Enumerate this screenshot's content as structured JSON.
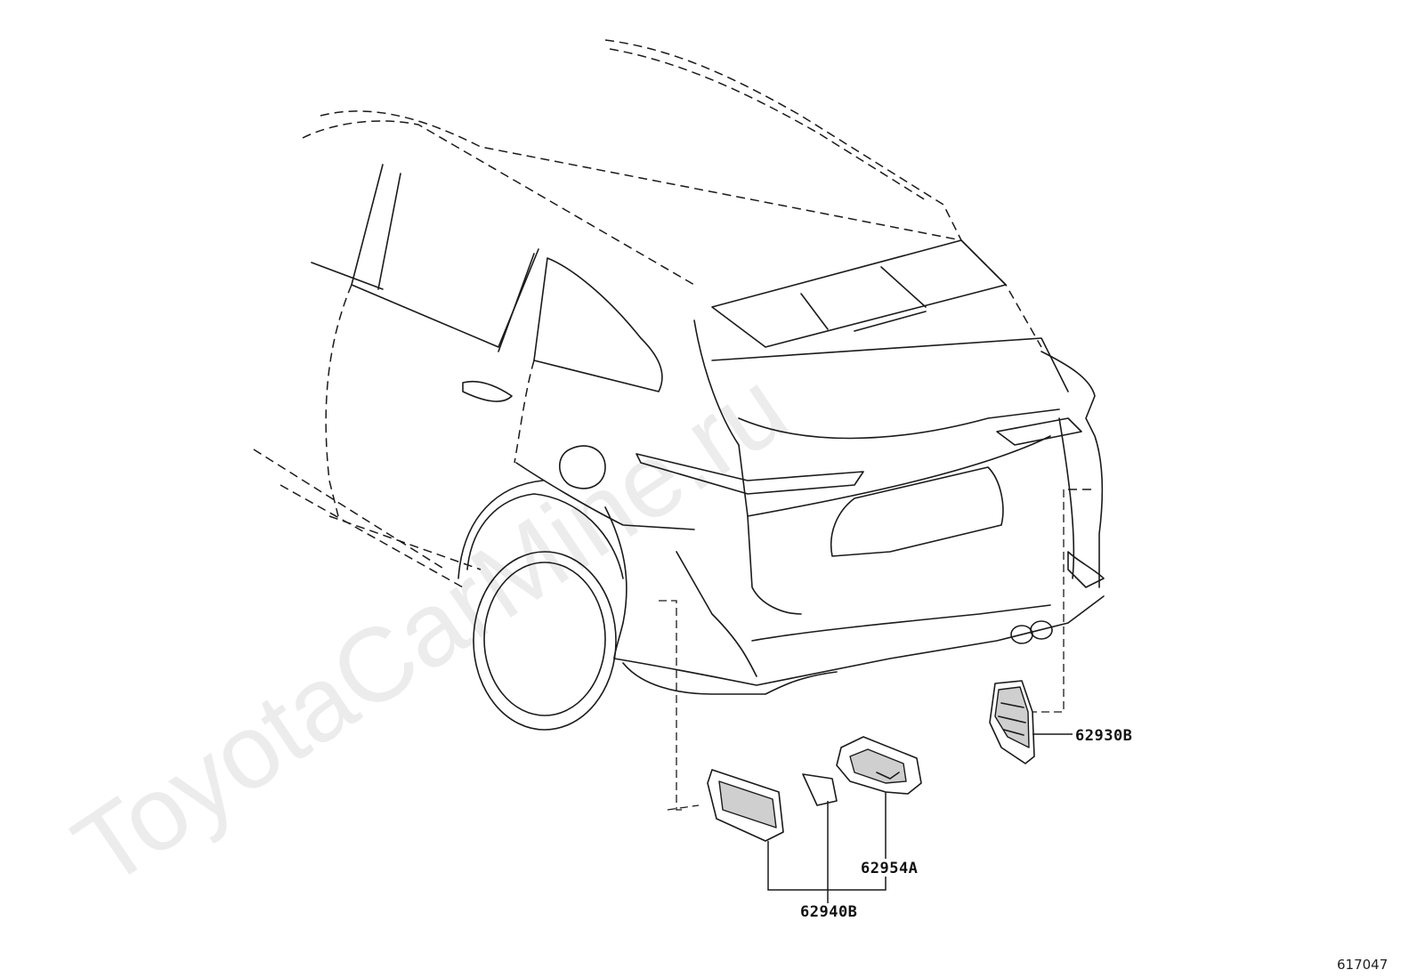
{
  "watermark": "ToyotaCarMine.ru",
  "callouts": {
    "p62930b": "62930B",
    "p62954a": "62954A",
    "p62940b": "62940B"
  },
  "diagram_code": "617047"
}
